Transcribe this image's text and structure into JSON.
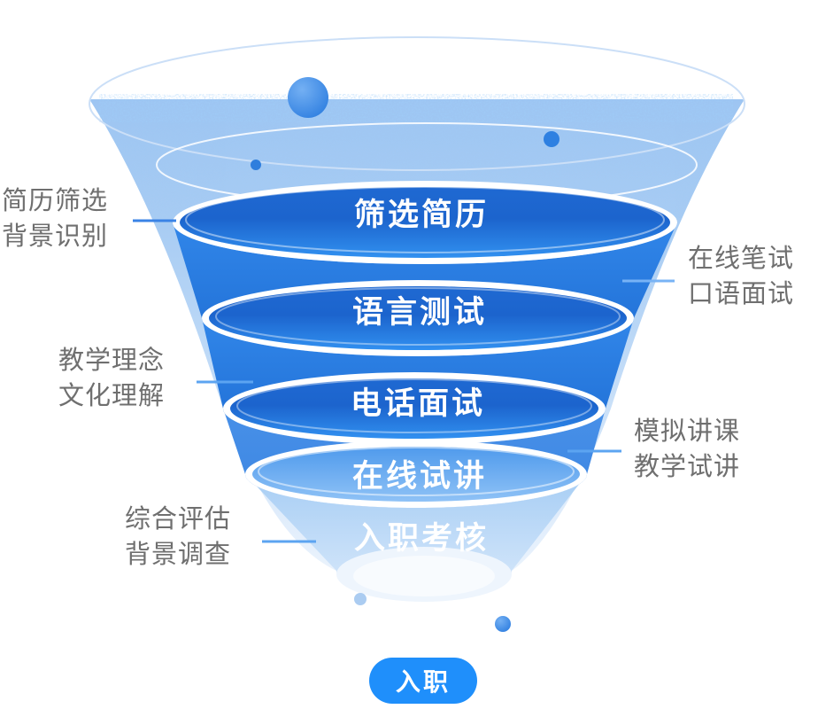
{
  "stages": [
    {
      "label": "筛选简历"
    },
    {
      "label": "语言测试"
    },
    {
      "label": "电话面试"
    },
    {
      "label": "在线试讲"
    },
    {
      "label": "入职考核"
    }
  ],
  "notes": {
    "left": [
      {
        "line1": "简历筛选",
        "line2": "背景识别"
      },
      {
        "line1": "教学理念",
        "line2": "文化理解"
      },
      {
        "line1": "综合评估",
        "line2": "背景调查"
      }
    ],
    "right": [
      {
        "line1": "在线笔试",
        "line2": "口语面试"
      },
      {
        "line1": "模拟讲课",
        "line2": "教学试讲"
      }
    ]
  },
  "cta": {
    "label": "入职"
  },
  "colors": {
    "funnel_fill_top": "#9dc5f2",
    "funnel_fill_bottom": "#f0f6fd",
    "stage_disc_dark": "#1f69d2",
    "stage_disc_bright": "#3190f0",
    "stage4_disc_light": "#8fc2f6",
    "wall_blue": "#2f83e8",
    "tip_fill": "#eef5fd",
    "note_text": "#6f6f6f",
    "connector_blue": "#5ca4f1",
    "connector_dark_blue": "#3a83e6",
    "cta_background": "#1f8ffb",
    "dot_blue": "#2e7fe0"
  }
}
